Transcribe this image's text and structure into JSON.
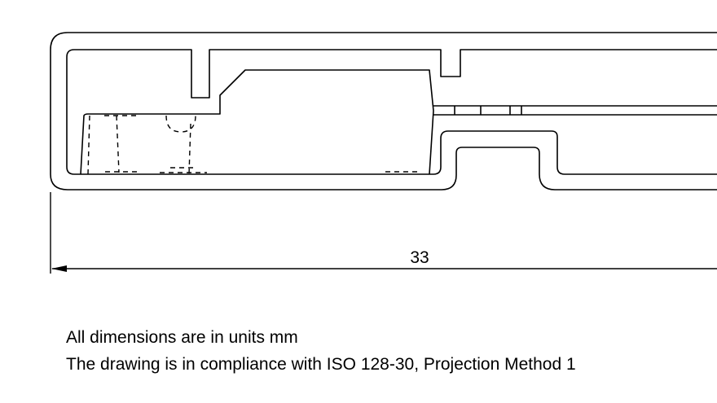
{
  "drawing": {
    "dimension_label": "33",
    "line_color": "#000000",
    "background_color": "#ffffff"
  },
  "notes": {
    "units": "All dimensions are in units mm",
    "standard": "The drawing is in compliance with ISO 128-30, Projection Method 1"
  }
}
